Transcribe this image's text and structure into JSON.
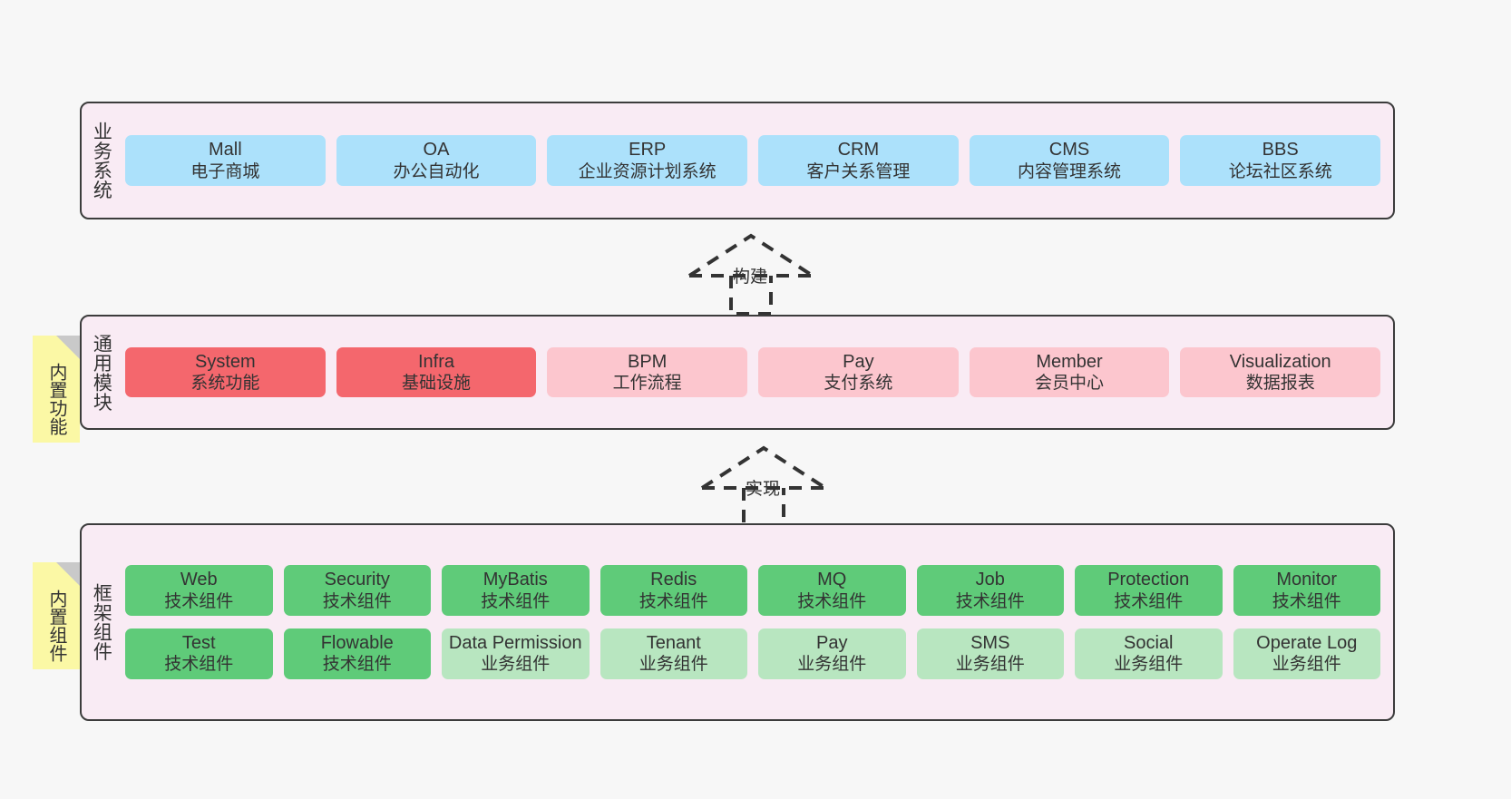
{
  "diagram": {
    "background": "#f7f7f7",
    "panel_bg": "#f9ebf4",
    "panel_border": "#3c3c3c",
    "note_bg": "#fbf8a5",
    "note_fold": "#c9c9c9"
  },
  "layers": [
    {
      "id": "business",
      "title": "业务系统",
      "note": null,
      "rows": [
        {
          "cards": [
            {
              "en": "Mall",
              "cn": "电子商城",
              "color": "#ace1fb",
              "style": "c-blue"
            },
            {
              "en": "OA",
              "cn": "办公自动化",
              "color": "#ace1fb",
              "style": "c-blue"
            },
            {
              "en": "ERP",
              "cn": "企业资源计划系统",
              "color": "#ace1fb",
              "style": "c-blue"
            },
            {
              "en": "CRM",
              "cn": "客户关系管理",
              "color": "#ace1fb",
              "style": "c-blue"
            },
            {
              "en": "CMS",
              "cn": "内容管理系统",
              "color": "#ace1fb",
              "style": "c-blue"
            },
            {
              "en": "BBS",
              "cn": "论坛社区系统",
              "color": "#ace1fb",
              "style": "c-blue"
            }
          ]
        }
      ]
    },
    {
      "id": "common-module",
      "title": "通用模块",
      "note": "内置功能",
      "rows": [
        {
          "cards": [
            {
              "en": "System",
              "cn": "系统功能",
              "color": "#f4676d",
              "style": "c-red"
            },
            {
              "en": "Infra",
              "cn": "基础设施",
              "color": "#f4676d",
              "style": "c-red"
            },
            {
              "en": "BPM",
              "cn": "工作流程",
              "color": "#fcc6ce",
              "style": "c-pink"
            },
            {
              "en": "Pay",
              "cn": "支付系统",
              "color": "#fcc6ce",
              "style": "c-pink"
            },
            {
              "en": "Member",
              "cn": "会员中心",
              "color": "#fcc6ce",
              "style": "c-pink"
            },
            {
              "en": "Visualization",
              "cn": "数据报表",
              "color": "#fcc6ce",
              "style": "c-pink"
            }
          ]
        }
      ]
    },
    {
      "id": "framework-component",
      "title": "框架组件",
      "note": "内置组件",
      "rows": [
        {
          "cards": [
            {
              "en": "Web",
              "cn": "技术组件",
              "color": "#5fcb79",
              "style": "c-green"
            },
            {
              "en": "Security",
              "cn": "技术组件",
              "color": "#5fcb79",
              "style": "c-green"
            },
            {
              "en": "MyBatis",
              "cn": "技术组件",
              "color": "#5fcb79",
              "style": "c-green"
            },
            {
              "en": "Redis",
              "cn": "技术组件",
              "color": "#5fcb79",
              "style": "c-green"
            },
            {
              "en": "MQ",
              "cn": "技术组件",
              "color": "#5fcb79",
              "style": "c-green"
            },
            {
              "en": "Job",
              "cn": "技术组件",
              "color": "#5fcb79",
              "style": "c-green"
            },
            {
              "en": "Protection",
              "cn": "技术组件",
              "color": "#5fcb79",
              "style": "c-green"
            },
            {
              "en": "Monitor",
              "cn": "技术组件",
              "color": "#5fcb79",
              "style": "c-green"
            }
          ]
        },
        {
          "cards": [
            {
              "en": "Test",
              "cn": "技术组件",
              "color": "#5fcb79",
              "style": "c-green"
            },
            {
              "en": "Flowable",
              "cn": "技术组件",
              "color": "#5fcb79",
              "style": "c-green"
            },
            {
              "en": "Data Permission",
              "cn": "业务组件",
              "color": "#b8e6c0",
              "style": "c-green-light"
            },
            {
              "en": "Tenant",
              "cn": "业务组件",
              "color": "#b8e6c0",
              "style": "c-green-light"
            },
            {
              "en": "Pay",
              "cn": "业务组件",
              "color": "#b8e6c0",
              "style": "c-green-light"
            },
            {
              "en": "SMS",
              "cn": "业务组件",
              "color": "#b8e6c0",
              "style": "c-green-light"
            },
            {
              "en": "Social",
              "cn": "业务组件",
              "color": "#b8e6c0",
              "style": "c-green-light"
            },
            {
              "en": "Operate Log",
              "cn": "业务组件",
              "color": "#b8e6c0",
              "style": "c-green-light"
            }
          ]
        }
      ]
    }
  ],
  "connectors": [
    {
      "id": "build",
      "label": "构建"
    },
    {
      "id": "implement",
      "label": "实现"
    }
  ]
}
